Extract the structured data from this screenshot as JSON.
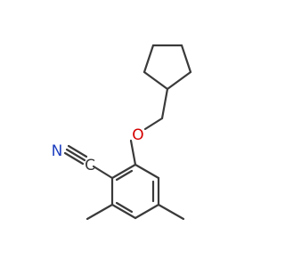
{
  "molecule": {
    "atoms": {
      "oxygen": {
        "label": "O",
        "color": "#d40000"
      },
      "nitrile_n": {
        "label": "N",
        "color": "#1f3fbf"
      },
      "nitrile_c": {
        "label": "C",
        "color": "#3a3a3a"
      }
    },
    "bond_color": "#3a3a3a"
  }
}
